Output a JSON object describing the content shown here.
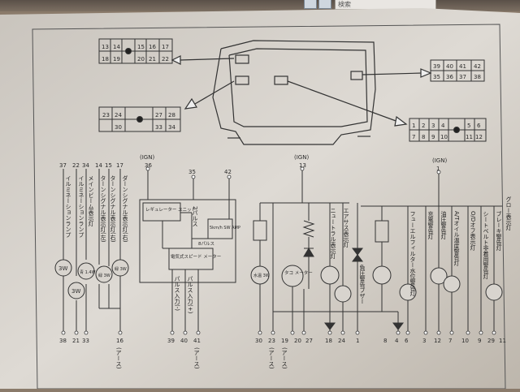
{
  "window": {
    "search_placeholder": "検索"
  },
  "connectors": {
    "top_left": {
      "row1": [
        "13",
        "14",
        "",
        "15",
        "16",
        "17"
      ],
      "row2": [
        "18",
        "19",
        "",
        "20",
        "21",
        "22"
      ]
    },
    "mid_left": {
      "row1": [
        "23",
        "24",
        "",
        "27",
        "28"
      ],
      "row2": [
        "",
        "30",
        "",
        "33",
        "34"
      ]
    },
    "top_right": {
      "row1": [
        "39",
        "40",
        "41",
        "42"
      ],
      "row2": [
        "35",
        "36",
        "37",
        "38"
      ]
    },
    "mid_right": {
      "row1": [
        "1",
        "2",
        "3",
        "4",
        "",
        "5",
        "6"
      ],
      "row2": [
        "7",
        "8",
        "9",
        "10",
        "11",
        "12"
      ]
    }
  },
  "power": {
    "ign_left": "(IGN)",
    "ign_left_pin": "36",
    "ign_mid": "(IGN)",
    "ign_mid_pin": "13",
    "ign_right": "(IGN)",
    "ign_right_pin": "1",
    "pin_35": "35",
    "pin_42": "42"
  },
  "left_lamps": {
    "top_pins": [
      "37",
      "22",
      "34",
      "14",
      "15",
      "17"
    ],
    "labels": [
      "イルミネーションランプ",
      "イルミネーションランプ",
      "メインビーム表示灯",
      "ターンシグナル表示灯(左)",
      "ターンシグナル表示灯(右)",
      "ダーンシグナル表示灯(右)"
    ],
    "bulbs": [
      "3W",
      "3W",
      "青 1.4W",
      "緑 3W",
      "緑 3W"
    ],
    "bottom_pins": [
      "38",
      "21",
      "33",
      "16"
    ],
    "ground": "(アース)"
  },
  "speedo": {
    "regulator": "レギュレーター ユニット",
    "pulse": "2パルス",
    "amp": "5km/h SW AMP",
    "pulse8": "8パルス",
    "meter": "電気式スピード メーター",
    "pulse_in_1": "パルス入力(-)",
    "pulse_in_2": "パルス入力(+)",
    "bottom_pins": [
      "39",
      "40",
      "41"
    ],
    "ground": "(アース)"
  },
  "middle": {
    "gauge_bulb": "水温 3W",
    "tacho": "タコ メーター",
    "bottom_pins": [
      "30",
      "23",
      "19",
      "20",
      "27"
    ],
    "ground_1": "(アース)",
    "ground_2": "(アース)",
    "neutral": "ニュートラル表示灯",
    "air_suspension": "エアサス表示灯",
    "neg_pressure": "負圧警告ブザー"
  },
  "right_lamps": {
    "labels": [
      "フューエルフィルター水位警告灯",
      "充電警告灯",
      "油圧警告灯",
      "A/Tオイル温度警告灯",
      "O/Dオフ表示灯",
      "シートベルト非着用警告灯",
      "ブレーキ警告灯",
      "グロー表示灯"
    ],
    "bottom_pins": [
      "18",
      "24",
      "1",
      "8",
      "4",
      "6",
      "3",
      "12",
      "7",
      "10",
      "9",
      "29",
      "11"
    ]
  }
}
